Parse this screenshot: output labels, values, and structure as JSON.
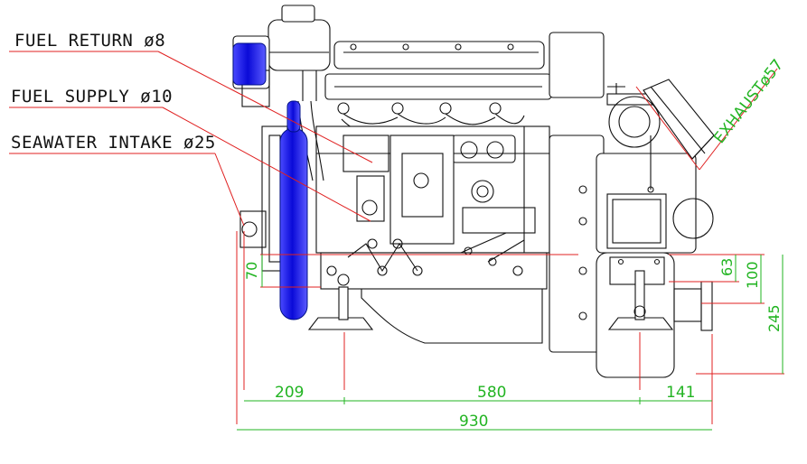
{
  "labels": {
    "fuel_return": "FUEL RETURN ø8",
    "fuel_supply": "FUEL SUPPLY ø10",
    "seawater_intake": "SEAWATER INTAKE ø25",
    "exhaust": "EXHAUSTø57"
  },
  "dimensions": {
    "overall_length": "930",
    "front_to_mount": "209",
    "mount_spacing": "580",
    "rear_overhang": "141",
    "seawater_height": "70",
    "exhaust_flange_height": "63",
    "outlet_height": "100",
    "total_height": "245"
  },
  "colors": {
    "annotation": "#e02020",
    "dimension": "#22b422",
    "cooler": "#1a1acc",
    "linework": "#111111"
  }
}
